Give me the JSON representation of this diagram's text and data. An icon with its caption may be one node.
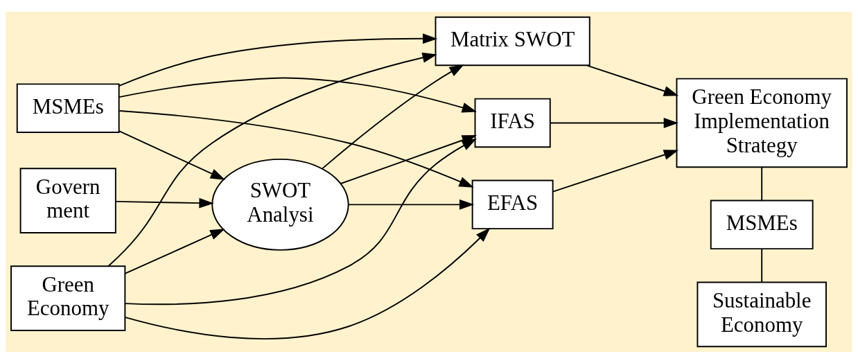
{
  "diagram": {
    "nodes": [
      {
        "text": [
          "MSMEs"
        ]
      },
      {
        "text": [
          "Govern ment"
        ]
      },
      {
        "text": [
          "Green Economy"
        ]
      },
      {
        "text": [
          "SWOT Analysi"
        ]
      },
      {
        "text": [
          "Matrix SWOT"
        ]
      },
      {
        "text": [
          "IFAS"
        ]
      },
      {
        "text": [
          "EFAS"
        ]
      },
      {
        "text": [
          "Green Economy Implementation Strategy"
        ]
      },
      {
        "text": [
          "MSMEs"
        ]
      },
      {
        "text": [
          "Sustainable Economy"
        ]
      }
    ],
    "edges": [
      {
        "from": 0,
        "to": 3,
        "arrow": "to"
      },
      {
        "from": 1,
        "to": 3,
        "arrow": "to"
      },
      {
        "from": 2,
        "to": 3,
        "arrow": "to"
      },
      {
        "from": 0,
        "to": 4,
        "arrow": "to"
      },
      {
        "from": 0,
        "to": 5,
        "arrow": "to"
      },
      {
        "from": 0,
        "to": 6,
        "arrow": "to"
      },
      {
        "from": 3,
        "to": 4,
        "arrow": "to"
      },
      {
        "from": 3,
        "to": 5,
        "arrow": "to"
      },
      {
        "from": 3,
        "to": 6,
        "arrow": "to"
      },
      {
        "from": 2,
        "to": 4,
        "arrow": "to"
      },
      {
        "from": 2,
        "to": 5,
        "arrow": "to"
      },
      {
        "from": 2,
        "to": 6,
        "arrow": "to"
      },
      {
        "from": 4,
        "to": 7,
        "arrow": "to"
      },
      {
        "from": 5,
        "to": 7,
        "arrow": "to"
      },
      {
        "from": 6,
        "to": 7,
        "arrow": "to"
      },
      {
        "from": 7,
        "to": 8,
        "arrow": "none"
      },
      {
        "from": 8,
        "to": 9,
        "arrow": "none"
      }
    ]
  }
}
